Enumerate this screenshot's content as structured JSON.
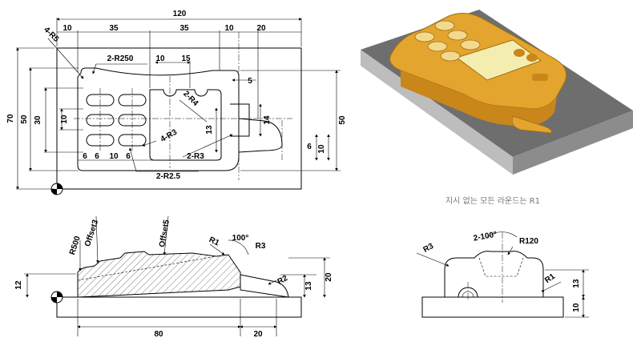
{
  "top_view": {
    "overall_width": "120",
    "top_dims": [
      "10",
      "35",
      "35",
      "10",
      "20"
    ],
    "corner_radius": "4-R5",
    "arc_radius": "2-R250",
    "window_dims": [
      "10",
      "15"
    ],
    "dim_5": "5",
    "dim_4": "2-R4",
    "dim_13": "13",
    "dim_14": "14",
    "r3_a": "4-R3",
    "r3_b": "2-R3",
    "r2_5": "2-R2.5",
    "left_10": "10",
    "left_30": "30",
    "left_50": "50",
    "left_70": "70",
    "bottom_dims": [
      "6",
      "6",
      "10",
      "6"
    ],
    "right_50": "50",
    "right_6": "6",
    "right_10": "10"
  },
  "iso_view": {
    "note": "지시 없는 모든 라운드는 R1",
    "colors": {
      "body": "#e3a52e",
      "base": "#7a7a7a",
      "screen": "#f3eeb0"
    }
  },
  "front_view": {
    "r500": "R500",
    "offset3": "Offset3",
    "offset5": "Offset5",
    "r1": "R1",
    "angle": "100°",
    "r3": "R3",
    "r2": "R2",
    "h12": "12",
    "h13": "13",
    "h20": "20",
    "w80": "80",
    "w20": "20"
  },
  "side_view": {
    "r3": "R3",
    "angle": "2-100°",
    "r120": "R120",
    "r1": "R1",
    "h13": "13",
    "h10": "10"
  }
}
